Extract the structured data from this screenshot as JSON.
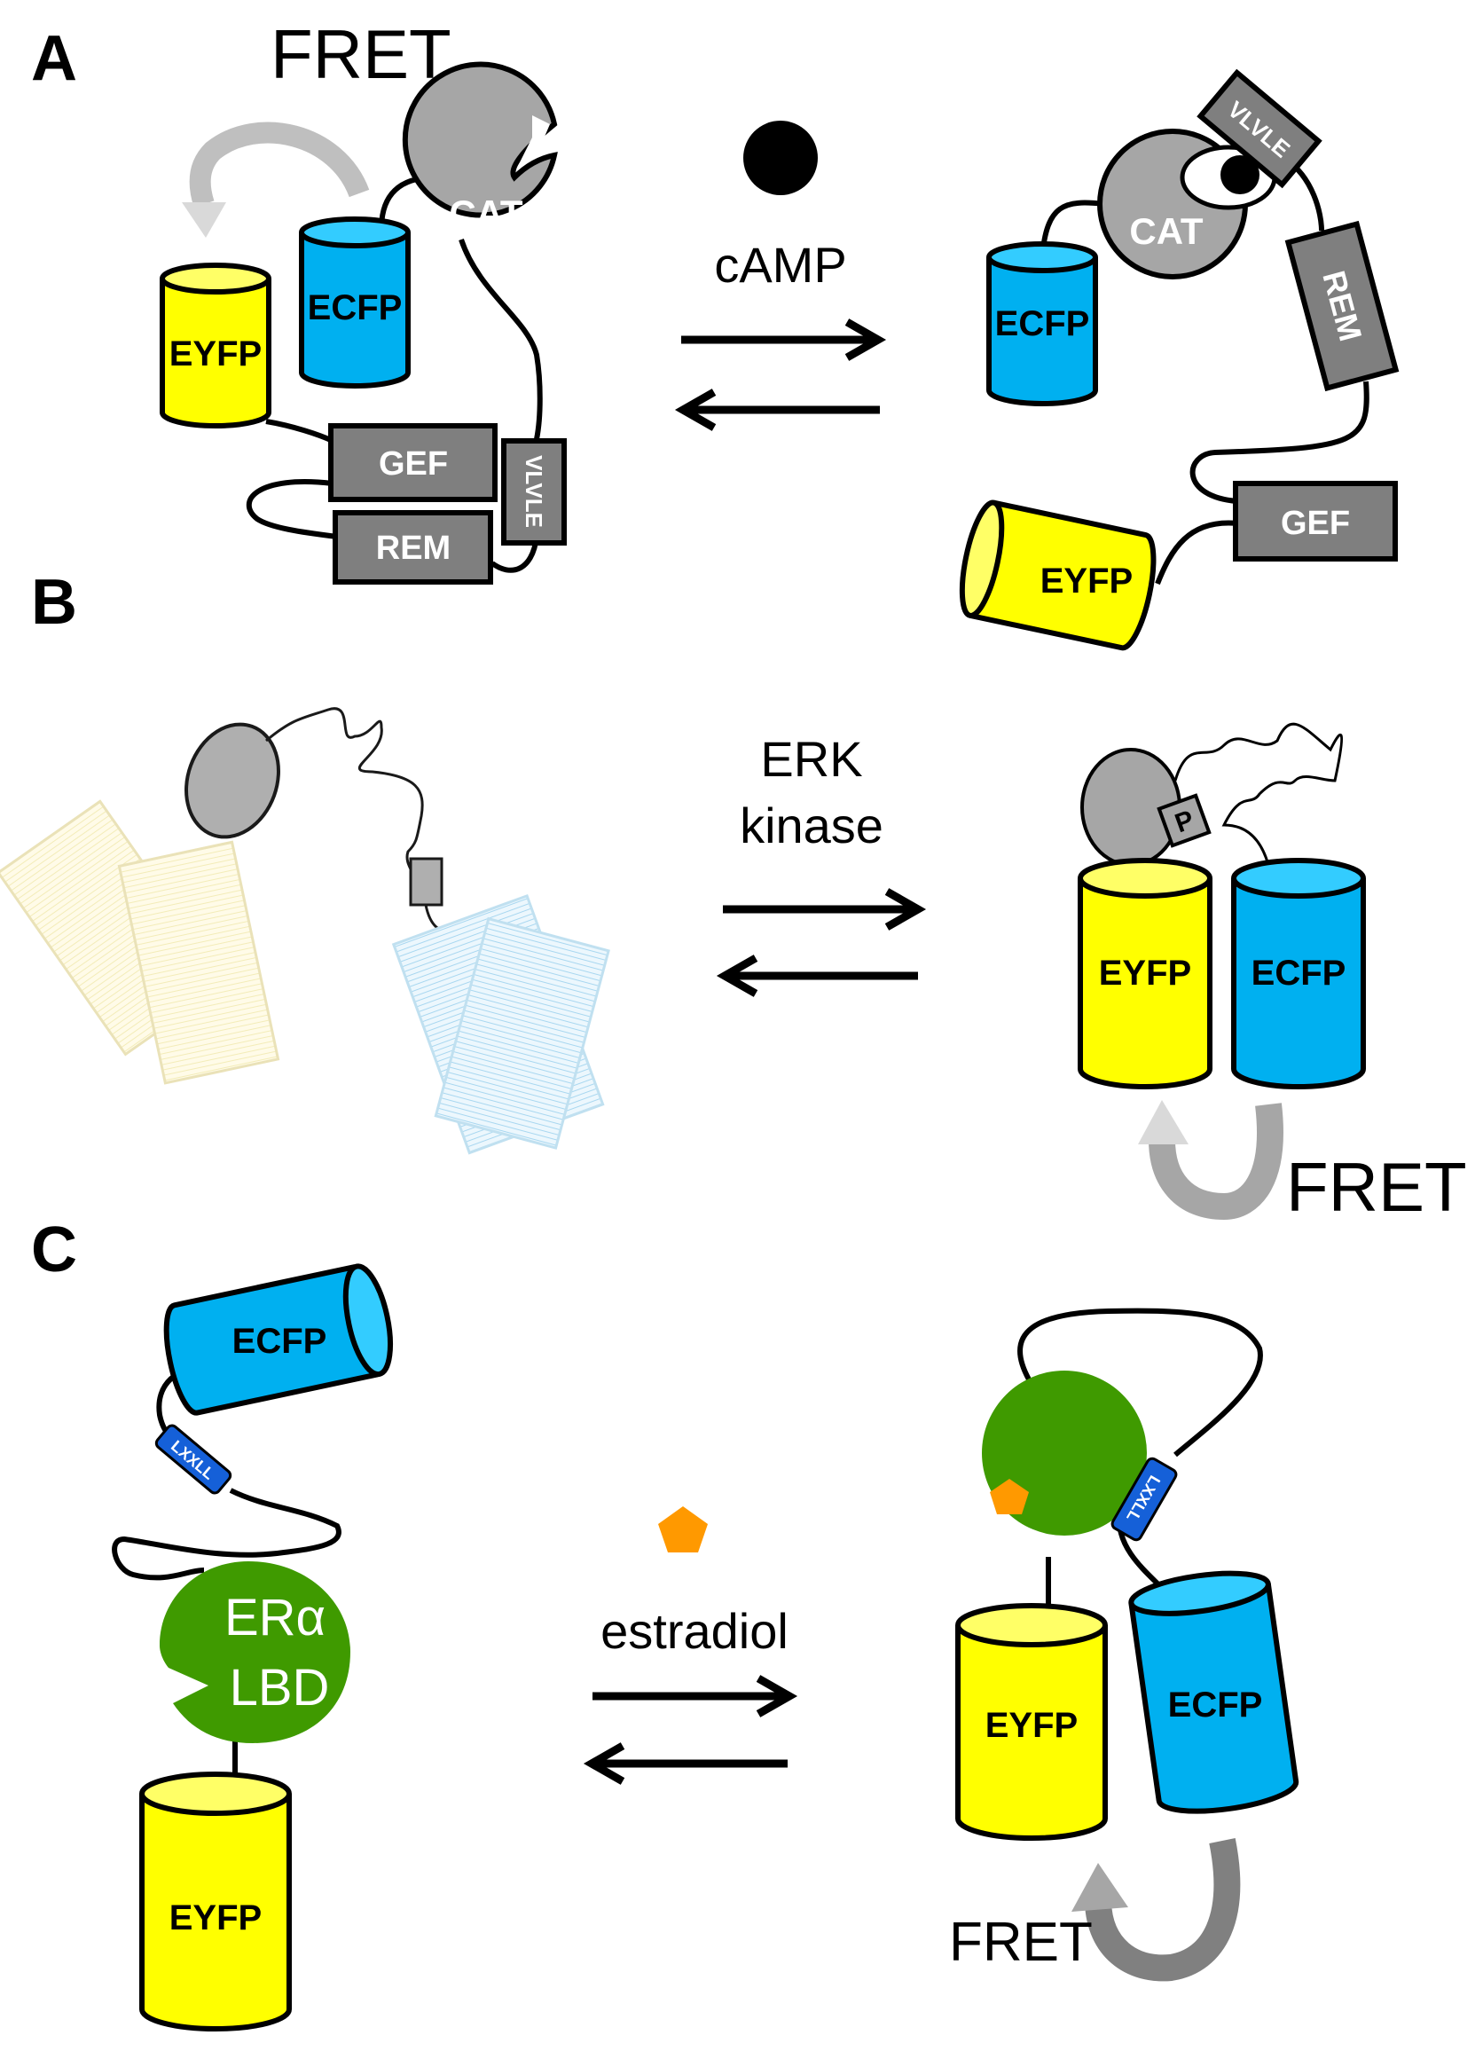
{
  "panels": {
    "a": {
      "letter": "A",
      "fret": "FRET",
      "ligand": "cAMP",
      "left": {
        "cat": "CAT",
        "ecfp": "ECFP",
        "eyfp": "EYFP",
        "gef": "GEF",
        "rem": "REM",
        "vlvle": "VLVLE"
      },
      "right": {
        "cat": "CAT",
        "ecfp": "ECFP",
        "eyfp": "EYFP",
        "gef": "GEF",
        "rem": "REM",
        "vlvle": "VLVLE"
      }
    },
    "b": {
      "letter": "B",
      "ligand_line1": "ERK",
      "ligand_line2": "kinase",
      "right": {
        "eyfp": "EYFP",
        "ecfp": "ECFP",
        "p": "P"
      },
      "fret": "FRET"
    },
    "c": {
      "letter": "C",
      "ligand": "estradiol",
      "left": {
        "ecfp": "ECFP",
        "lxxll": "LXXLL",
        "lbd_line1": "ERα",
        "lbd_line2": "LBD",
        "eyfp": "EYFP"
      },
      "right": {
        "eyfp": "EYFP",
        "ecfp": "ECFP",
        "lxxll": "LXXLL"
      },
      "fret": "FRET"
    }
  },
  "colors": {
    "yellow": "#ffff00",
    "yellow_top": "#ffff66",
    "blue": "#00b0f0",
    "blue_top": "#33ccff",
    "gray": "#a6a6a6",
    "dark_gray": "#7f7f7f",
    "green": "#3f9a00",
    "lxxll": "#1560d8",
    "estradiol": "#ff9900"
  }
}
